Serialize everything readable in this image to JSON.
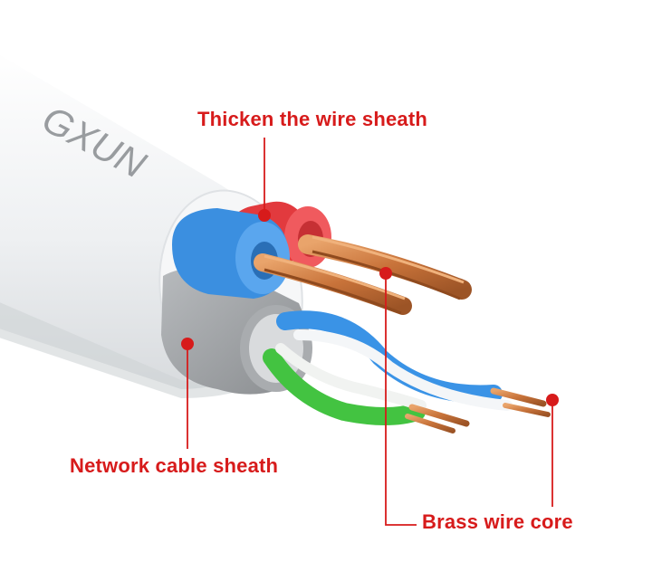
{
  "labels": {
    "thicken_sheath": "Thicken the wire sheath",
    "network_sheath": "Network cable sheath",
    "brass_core": "Brass wire core"
  },
  "brand_text": "GXUN",
  "colors": {
    "label_red": "#d71b1b",
    "sheath_white": "#eceef0",
    "sheath_gray": "#9fa2a5",
    "core_blue": "#3b8fe0",
    "core_red": "#e23a3e",
    "pair_green": "#43c341",
    "pair_blue": "#3a93e6",
    "copper": "#c8733a"
  }
}
